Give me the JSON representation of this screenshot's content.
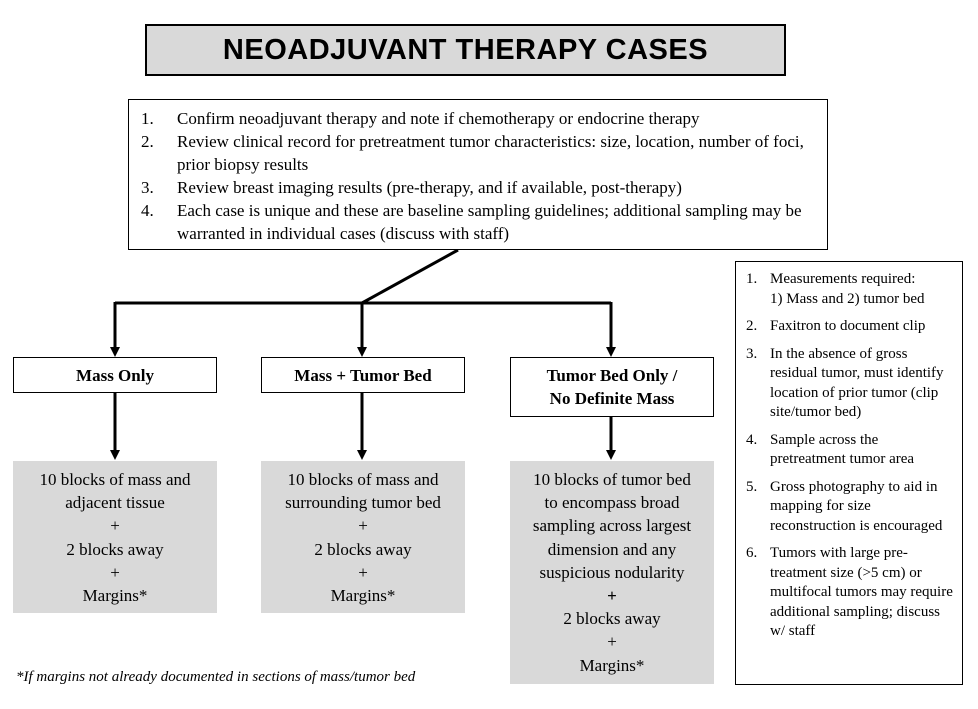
{
  "title": "NEOADJUVANT THERAPY CASES",
  "steps": [
    {
      "num": "1.",
      "text": "Confirm neoadjuvant therapy and note if chemotherapy or endocrine therapy"
    },
    {
      "num": "2.",
      "text": "Review clinical record for pretreatment tumor characteristics: size, location, number of foci, prior biopsy results"
    },
    {
      "num": "3.",
      "text": "Review breast imaging results (pre-therapy, and if available, post-therapy)"
    },
    {
      "num": "4.",
      "text": "Each case is unique and these are baseline sampling guidelines; additional sampling may be warranted in individual cases (discuss with staff)"
    }
  ],
  "categories": [
    {
      "label": "Mass Only",
      "sampling": [
        "10 blocks of mass and",
        "adjacent tissue",
        "+",
        "2 blocks away",
        "+",
        "Margins*"
      ]
    },
    {
      "label": "Mass + Tumor Bed",
      "sampling": [
        "10 blocks of mass and",
        "surrounding tumor bed",
        "+",
        "2 blocks away",
        "+",
        "Margins*"
      ]
    },
    {
      "label_line1": "Tumor Bed Only /",
      "label_line2": "No Definite Mass",
      "sampling": [
        "10 blocks of tumor bed",
        "to encompass broad",
        "sampling across largest",
        "dimension and any",
        "suspicious nodularity",
        "+",
        "2 blocks away",
        "+",
        "Margins*"
      ]
    }
  ],
  "notes": [
    {
      "num": "1.",
      "text_line1": "Measurements required:",
      "text_line2": "1) Mass and 2) tumor bed"
    },
    {
      "num": "2.",
      "text": "Faxitron to document clip"
    },
    {
      "num": "3.",
      "text": "In the absence of gross residual tumor, must identify location of prior tumor (clip site/tumor bed)"
    },
    {
      "num": "4.",
      "text": "Sample across the pretreatment tumor area"
    },
    {
      "num": "5.",
      "text": "Gross photography to aid in mapping for size reconstruction is encouraged"
    },
    {
      "num": "6.",
      "text": "Tumors with large pre-treatment size (>5 cm) or multifocal tumors may require additional sampling; discuss w/ staff"
    }
  ],
  "footnote": "*If margins not already documented in sections of mass/tumor bed"
}
